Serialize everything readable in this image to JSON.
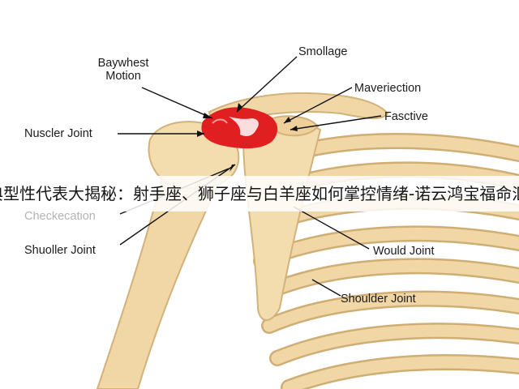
{
  "labels": {
    "baywhest_motion": [
      "Baywhest",
      "Motion"
    ],
    "smollage": "Smollage",
    "maveriection": "Maveriection",
    "nuscler_joint": "Nuscler Joint",
    "fasctive": "Fasctive",
    "checkecation": "Checkecation",
    "shuoller_joint": "Shuoller Joint",
    "would_joint": "Would Joint",
    "shoulder_joint": "Shoulder Joint"
  },
  "banner_text": "典型性代表大揭秘：射手座、狮子座与白羊座如何掌控情绪-诺云鸿宝福命汇运",
  "colors": {
    "bone": "#f1d7a6",
    "bone_outline": "#d2b27a",
    "highlight": "#e02020",
    "pointer": "#111111"
  }
}
